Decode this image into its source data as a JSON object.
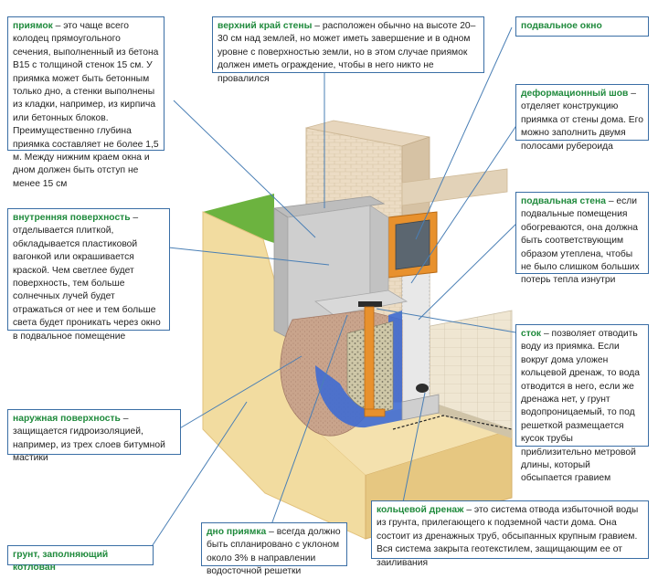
{
  "callouts": {
    "priyamok": {
      "term": "приямок",
      "sep": " – ",
      "text": "это чаще всего колодец прямоугольного сечения, выполненный из бетона В15 с толщиной стенок 15 см. У приямка может быть бетонным только дно, а стенки выполнены из кладки, например, из кирпича или бетонных блоков. Преимущественно глубина приямка составляет не более 1,5 м. Между нижним краем окна и дном должен быть отступ не менее 15 см"
    },
    "top_edge": {
      "term": "верхний край стены",
      "sep": " – ",
      "text": "расположен обычно на высоте 20–30 см над землей, но может иметь завершение и в одном уровне с поверхностью земли, но в этом случае приямок должен иметь ограждение, чтобы в него никто не провалился"
    },
    "basement_window": {
      "term": "подвальное окно",
      "sep": "",
      "text": ""
    },
    "expansion_joint": {
      "term": "деформационный шов",
      "sep": " – ",
      "text": "отделяет конструкцию приямка от стены дома. Его можно заполнить двумя полосами рубероида"
    },
    "inner_surface": {
      "term": "внутренняя поверхность",
      "sep": " – ",
      "text": "отделывается плиткой, обкладывается пластиковой вагонкой или окрашивается краской. Чем светлее будет поверхность, тем больше солнечных лучей будет отражаться от нее и тем больше света будет проникать через окно в подвальное помещение"
    },
    "basement_wall": {
      "term": "подвальная стена",
      "sep": " – ",
      "text": "если подвальные помещения обогреваются, она должна быть соответствующим образом утеплена, чтобы не было слишком больших потерь тепла изнутри"
    },
    "drain": {
      "term": "сток",
      "sep": " – ",
      "text": "позволяет отводить воду из приямка. Если вокруг дома уложен кольцевой дренаж, то вода отводится в него, если же дренажа нет, у грунт водопроницаемый, то под решеткой размещается кусок трубы приблизительно метровой длины, который обсыпается гравием"
    },
    "outer_surface": {
      "term": "наружная поверхность",
      "sep": " – ",
      "text": "защищается гидроизоляцией, например, из трех слоев битумной мастики"
    },
    "ring_drainage": {
      "term": "кольцевой дренаж",
      "sep": " – ",
      "text": "это система отвода избыточной воды из грунта, прилегающего к подземной части дома. Она состоит из дренажных труб, обсыпанных крупным гравием. Вся система закрыта геотекстилем, защищающим ее от заиливания"
    },
    "pit_bottom": {
      "term": "дно приямка",
      "sep": " – ",
      "text": "всегда должно быть спланировано с уклоном около 3% в направлении водосточной решетки"
    },
    "backfill": {
      "term": "грунт, заполняющий котлован",
      "sep": "",
      "text": ""
    }
  },
  "colors": {
    "term_green": "#1f8a3c",
    "border_blue": "#3a6ea5",
    "leader_blue": "#4a7fb5",
    "grass": "#6cb33f",
    "soil": "#f2dca0",
    "concrete": "#cfcfcf",
    "frame_orange": "#e8912d",
    "waterproof_blue": "#3f6bd1"
  }
}
